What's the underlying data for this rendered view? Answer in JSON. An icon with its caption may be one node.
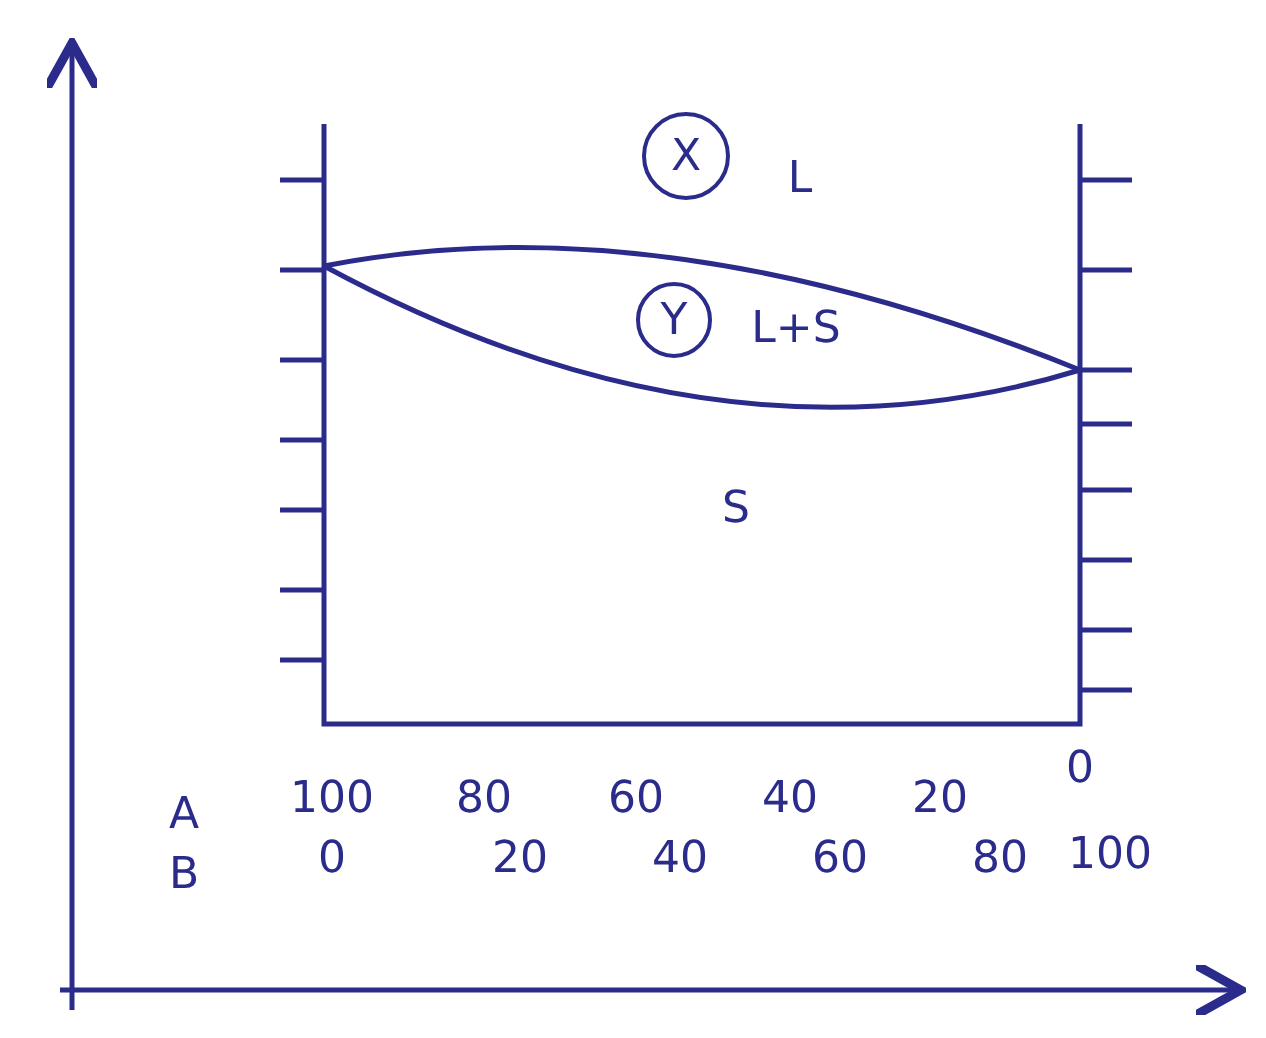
{
  "diagram": {
    "nodes": [
      {
        "text": [
          "X"
        ]
      },
      {
        "text": [
          "Y"
        ]
      }
    ],
    "labels": [
      "L",
      "L+S",
      "S",
      "A",
      "100",
      "80",
      "60",
      "40",
      "20",
      "0",
      "B",
      "0",
      "20",
      "40",
      "60",
      "80",
      "100"
    ]
  }
}
